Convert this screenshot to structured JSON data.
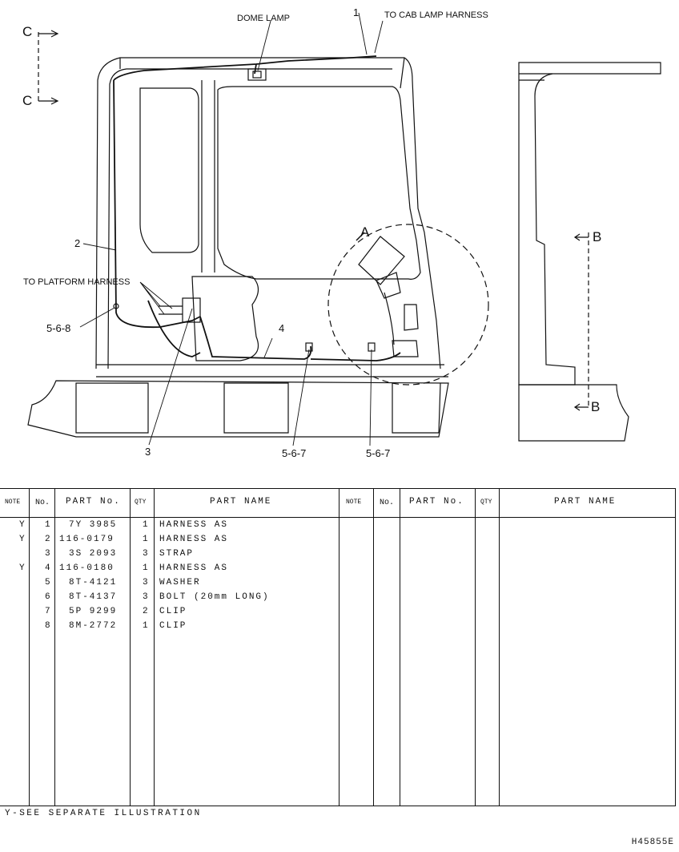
{
  "callouts": {
    "dome_lamp": "DOME LAMP",
    "to_cab_lamp": "TO CAB LAMP HARNESS",
    "to_platform": "TO PLATFORM HARNESS",
    "item_1": "1",
    "item_2": "2",
    "item_3": "3",
    "item_4": "4",
    "ref_568": "5-6-8",
    "ref_567_a": "5-6-7",
    "ref_567_b": "5-6-7",
    "view_a": "A",
    "section_c_top": "C",
    "section_c_bottom": "C",
    "section_b_top": "B",
    "section_b_bottom": "B"
  },
  "table": {
    "headers": {
      "note": "NOTE",
      "no": "No.",
      "part_no": "PART No.",
      "qty": "QTY",
      "part_name": "PART NAME"
    },
    "rows": [
      {
        "note": "Y",
        "no": "1",
        "part_no": "7Y 3985",
        "qty": "1",
        "name": "HARNESS AS"
      },
      {
        "note": "Y",
        "no": "2",
        "part_no": "116-0179",
        "qty": "1",
        "name": "HARNESS AS"
      },
      {
        "note": "",
        "no": "3",
        "part_no": "3S 2093",
        "qty": "3",
        "name": "STRAP"
      },
      {
        "note": "Y",
        "no": "4",
        "part_no": "116-0180",
        "qty": "1",
        "name": "HARNESS AS"
      },
      {
        "note": "",
        "no": "5",
        "part_no": "8T-4121",
        "qty": "3",
        "name": "WASHER"
      },
      {
        "note": "",
        "no": "6",
        "part_no": "8T-4137",
        "qty": "3",
        "name": "BOLT (20mm LONG)"
      },
      {
        "note": "",
        "no": "7",
        "part_no": "5P 9299",
        "qty": "2",
        "name": "CLIP"
      },
      {
        "note": "",
        "no": "8",
        "part_no": "8M-2772",
        "qty": "1",
        "name": "CLIP"
      }
    ]
  },
  "footnote": "Y-SEE SEPARATE ILLUSTRATION",
  "drawing_number": "H45855E"
}
